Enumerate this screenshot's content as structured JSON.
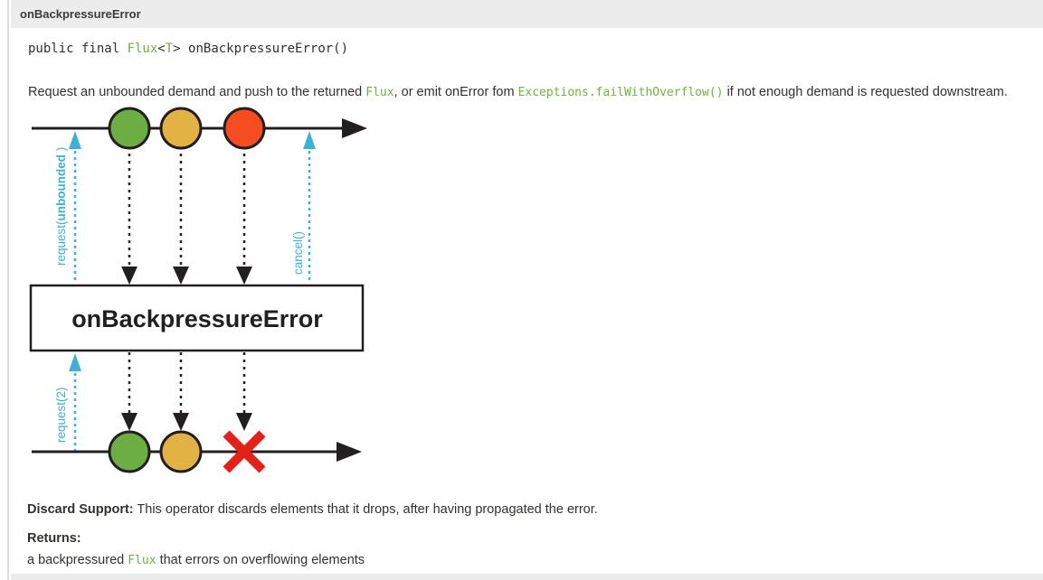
{
  "colors": {
    "ink": "#34302d",
    "green": "#6db33f",
    "blue": "#3fb1d8",
    "diagram-ink": "#231f20",
    "marble-green": "#6cae44",
    "marble-yellow": "#e2b244",
    "marble-red": "#f44d1f",
    "x-red": "#e32119",
    "header-bg": "#ececec",
    "border": "#dddddd"
  },
  "header": {
    "title": "onBackpressureError"
  },
  "signature": {
    "modifiers": "public final ",
    "return_type": "Flux",
    "lt": "<",
    "type_param": "T",
    "gt": "> ",
    "method": "onBackpressureError()"
  },
  "description": {
    "part1": "Request an unbounded demand and push to the returned ",
    "code1": "Flux",
    "part2": ", or emit onError fom ",
    "code2": "Exceptions.failWithOverflow()",
    "part3": " if not enough demand is requested downstream."
  },
  "diagram": {
    "box_label": "onBackpressureError",
    "request_unbounded": {
      "prefix": "request(",
      "bold": "unbounded",
      "suffix": " )"
    },
    "cancel_label": "cancel()",
    "request2_label": "request(2)",
    "top_marbles": [
      "green",
      "yellow",
      "red"
    ],
    "bottom_marbles": [
      "green",
      "yellow",
      "error-x"
    ]
  },
  "discard": {
    "label": "Discard Support:",
    "text": " This operator discards elements that it drops, after having propagated the error."
  },
  "returns": {
    "label": "Returns:",
    "part1": "a backpressured ",
    "code": "Flux",
    "part2": " that errors on overflowing elements"
  }
}
